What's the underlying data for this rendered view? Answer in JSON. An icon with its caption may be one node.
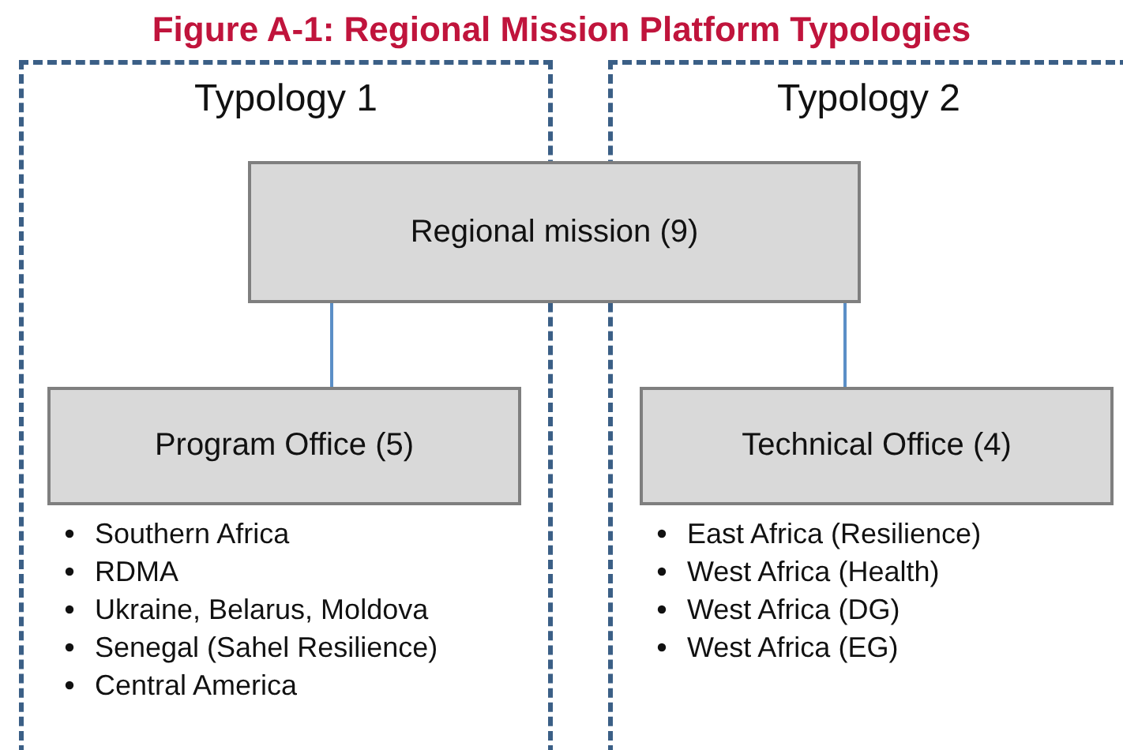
{
  "diagram": {
    "title": "Figure A-1: Regional Mission Platform Typologies",
    "nodes": [
      {
        "text": [
          "Typology 1"
        ]
      },
      {
        "text": [
          "Typology 2"
        ]
      },
      {
        "text": [
          "Regional mission (9)"
        ]
      },
      {
        "text": [
          "Program Office (5)"
        ],
        "in": 0,
        "beside": [
          "Southern Africa",
          "RDMA",
          "Ukraine, Belarus, Moldova",
          "Senegal (Sahel Resilience)",
          "Central America"
        ]
      },
      {
        "text": [
          "Technical Office (4)"
        ],
        "in": 1,
        "beside": [
          "East Africa (Resilience)",
          "West Africa (Health)",
          "West Africa (DG)",
          "West Africa (EG)"
        ]
      }
    ],
    "edges": [
      {
        "from": 2,
        "to": 3,
        "arrow": "none"
      },
      {
        "from": 2,
        "to": 4,
        "arrow": "none"
      }
    ]
  }
}
